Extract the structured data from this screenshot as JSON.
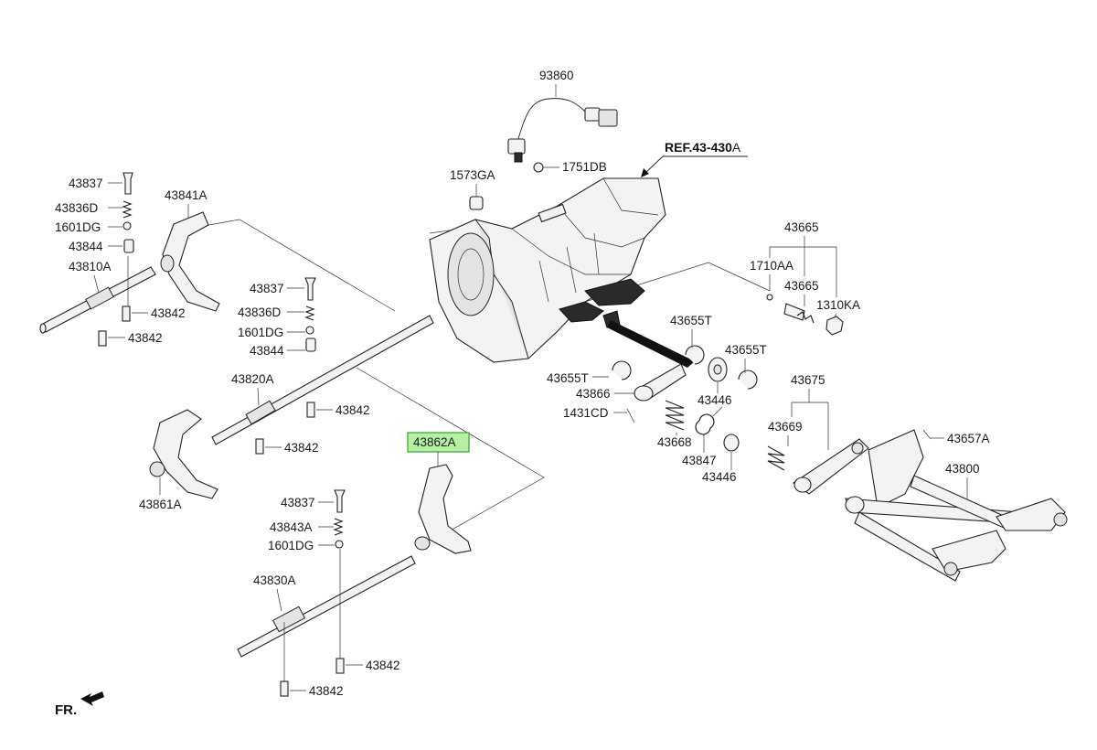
{
  "labels": {
    "p93860": "93860",
    "p1751DB": "1751DB",
    "ref_main": "REF.43-430",
    "ref_suffix": "A",
    "p1573GA": "1573GA",
    "p43837_a": "43837",
    "p43836D_a": "43836D",
    "p1601DG_a": "1601DG",
    "p43844_a": "43844",
    "p43810A": "43810A",
    "p43841A": "43841A",
    "p43842_a": "43842",
    "p43842_b": "43842",
    "p43837_b": "43837",
    "p43836D_b": "43836D",
    "p1601DG_b": "1601DG",
    "p43844_b": "43844",
    "p43820A": "43820A",
    "p43842_c": "43842",
    "p43842_d": "43842",
    "p43861A": "43861A",
    "p43862A": "43862A",
    "p43837_c": "43837",
    "p43843A": "43843A",
    "p1601DG_c": "1601DG",
    "p43830A": "43830A",
    "p43842_e": "43842",
    "p43842_f": "43842",
    "p43665_top": "43665",
    "p1710AA": "1710AA",
    "p43665_mid": "43665",
    "p1310KA": "1310KA",
    "p43655T_a": "43655T",
    "p43655T_b": "43655T",
    "p43655T_c": "43655T",
    "p43866": "43866",
    "p43446_a": "43446",
    "p1431CD": "1431CD",
    "p43668": "43668",
    "p43847": "43847",
    "p43446_b": "43446",
    "p43675": "43675",
    "p43669": "43669",
    "p43657A": "43657A",
    "p43800": "43800",
    "fr": "FR."
  },
  "highlight_color": "#b6f0a4"
}
